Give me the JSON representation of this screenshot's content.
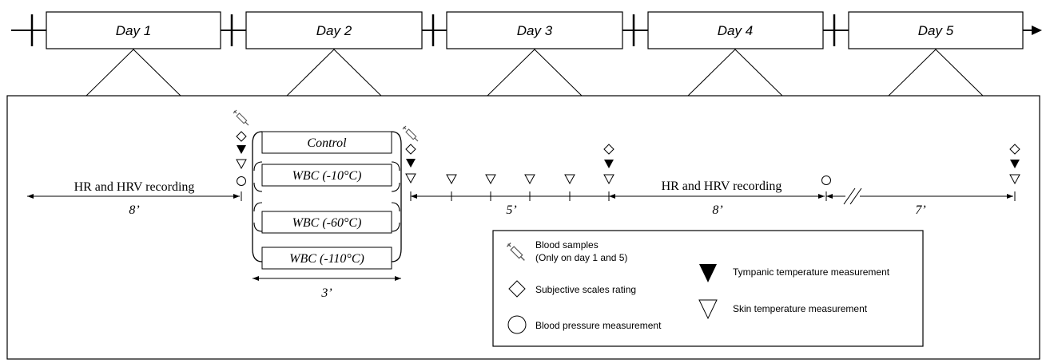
{
  "timeline": {
    "days": [
      "Day 1",
      "Day 2",
      "Day 3",
      "Day 4",
      "Day 5"
    ]
  },
  "protocol": {
    "pre_recording_label": "HR and HRV recording",
    "pre_duration": "8’",
    "conditions": [
      "Control",
      "WBC (-10°C)",
      "WBC (-60°C)",
      "WBC (-110°C)"
    ],
    "exposure_duration": "3’",
    "skin_interval_duration": "5’",
    "post_recording_label": "HR and HRV recording",
    "post_duration": "8’",
    "final_duration": "7’"
  },
  "legend": {
    "blood_samples": "Blood samples",
    "blood_samples_note": "(Only on day 1 and 5)",
    "subjective_scales": "Subjective scales rating",
    "blood_pressure": "Blood pressure measurement",
    "tympanic": "Tympanic temperature measurement",
    "skin": "Skin temperature measurement"
  },
  "icons": {
    "blood_samples": "syringe-icon",
    "subjective_scales": "diamond-icon",
    "blood_pressure": "circle-icon",
    "tympanic": "filled-triangle-icon",
    "skin": "open-triangle-icon"
  }
}
